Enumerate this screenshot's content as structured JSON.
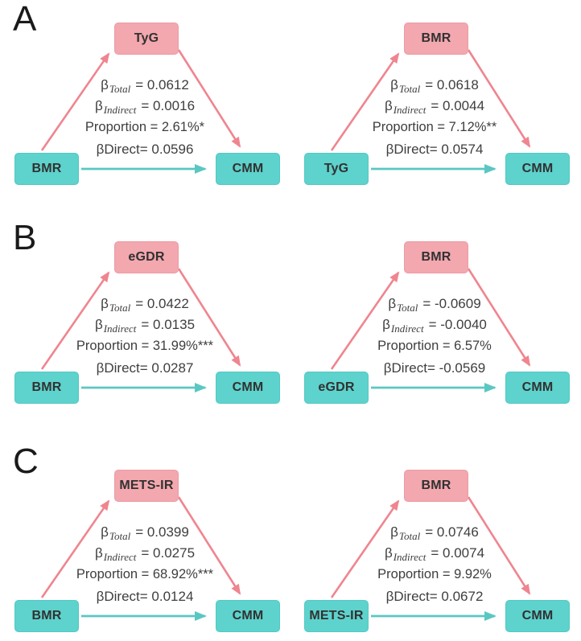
{
  "figure": {
    "description": "Mediation analysis diagrams",
    "labels": {
      "beta": "β",
      "total_sub": "Total",
      "indirect_sub": "Indirect",
      "direct_sub": "Direct"
    },
    "colors": {
      "mediator_box": "#f3a7ae",
      "node_box": "#5ed2cc",
      "pink_arrow": "#ef858f",
      "teal_arrow": "#5ac7c2",
      "text": "#3e3e3e"
    },
    "panels": [
      {
        "label": "A",
        "diagrams": [
          {
            "mediator": "TyG",
            "exposure": "BMR",
            "outcome": "CMM",
            "total": "= 0.0612",
            "indirect": "= 0.0016",
            "proportion": "Proportion = 2.61%*",
            "direct": "= 0.0596"
          },
          {
            "mediator": "BMR",
            "exposure": "TyG",
            "outcome": "CMM",
            "total": "= 0.0618",
            "indirect": "= 0.0044",
            "proportion": "Proportion = 7.12%**",
            "direct": "= 0.0574"
          }
        ]
      },
      {
        "label": "B",
        "diagrams": [
          {
            "mediator": "eGDR",
            "exposure": "BMR",
            "outcome": "CMM",
            "total": "= 0.0422",
            "indirect": "= 0.0135",
            "proportion": "Proportion = 31.99%***",
            "direct": "= 0.0287"
          },
          {
            "mediator": "BMR",
            "exposure": "eGDR",
            "outcome": "CMM",
            "total": "= -0.0609",
            "indirect": "= -0.0040",
            "proportion": "Proportion = 6.57%",
            "direct": "= -0.0569"
          }
        ]
      },
      {
        "label": "C",
        "diagrams": [
          {
            "mediator": "METS-IR",
            "exposure": "BMR",
            "outcome": "CMM",
            "total": "= 0.0399",
            "indirect": "= 0.0275",
            "proportion": "Proportion = 68.92%***",
            "direct": "= 0.0124"
          },
          {
            "mediator": "BMR",
            "exposure": "METS-IR",
            "outcome": "CMM",
            "total": "= 0.0746",
            "indirect": "= 0.0074",
            "proportion": "Proportion = 9.92%",
            "direct": "= 0.0672"
          }
        ]
      }
    ]
  }
}
